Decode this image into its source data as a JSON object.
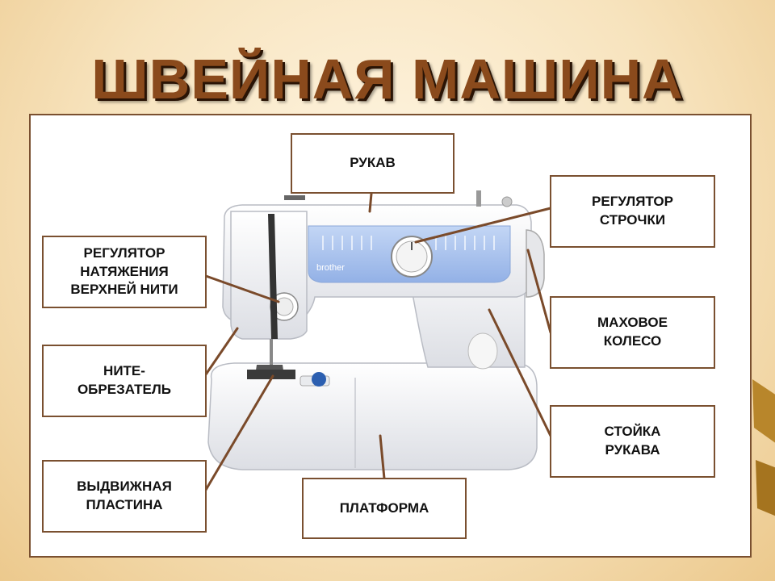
{
  "title": "ШВЕЙНАЯ  МАШИНА",
  "labels": {
    "sleeve": "РУКАВ",
    "stitch_regulator": "РЕГУЛЯТОР\nСТРОЧКИ",
    "tension_regulator": "РЕГУЛЯТОР\nНАТЯЖЕНИЯ\nВЕРХНЕЙ НИТИ",
    "flywheel": "МАХОВОЕ\nКОЛЕСО",
    "thread_cutter": "НИТЕ-\nОБРЕЗАТЕЛЬ",
    "sleeve_stand": "СТОЙКА\nРУКАВА",
    "sliding_plate": "ВЫДВИЖНАЯ\nПЛАСТИНА",
    "platform": "ПЛАТФОРМА"
  },
  "machine": {
    "brand": "brother"
  },
  "colors": {
    "title": "#8a4a1c",
    "leader_line": "#7a4a2a",
    "panel_blue": "#a9c4ee",
    "body": "#f2f3f6"
  }
}
